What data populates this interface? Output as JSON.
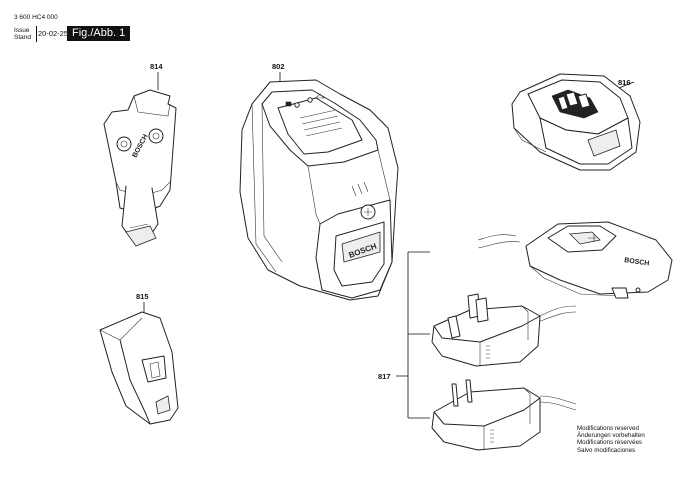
{
  "header": {
    "doc_number": "3 600 HC4 000",
    "issue_label": "Issue",
    "stand_label": "Stand",
    "issue_date": "20-02-25",
    "fig_label": "Fig./Abb. 1"
  },
  "callouts": {
    "c814": "814",
    "c802": "802",
    "c816": "816",
    "c815": "815",
    "c817": "817"
  },
  "brand_text": "BOSCH",
  "modifications": [
    "Modifications reserved",
    "Änderungen vorbehalten",
    "Modifications réservées",
    "Salvo modificaciones"
  ]
}
